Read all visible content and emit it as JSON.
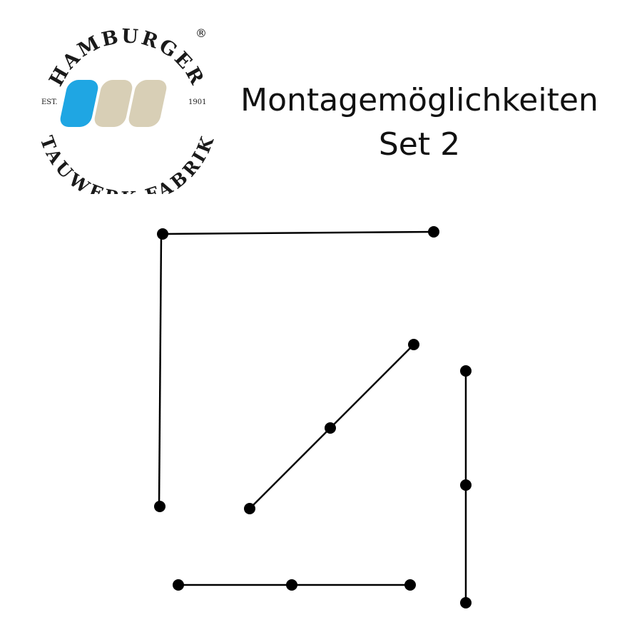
{
  "logo": {
    "arc_top": "HAMBURGER",
    "arc_bottom": "TAUWERK-FABRIK",
    "est_label": "EST.",
    "year": "1901",
    "registered_mark": "®",
    "colors": {
      "blue": "#1FA6E3",
      "beige": "#D8CFB6",
      "text": "#1a1a1a"
    }
  },
  "title": {
    "line1": "Montagemöglichkeiten",
    "line2": "Set 2"
  },
  "diagram": {
    "line_color": "#000000",
    "configurations": [
      {
        "name": "corner-right-angle",
        "points": 3
      },
      {
        "name": "diagonal",
        "points": 3
      },
      {
        "name": "vertical",
        "points": 3
      },
      {
        "name": "horizontal",
        "points": 3
      }
    ]
  }
}
